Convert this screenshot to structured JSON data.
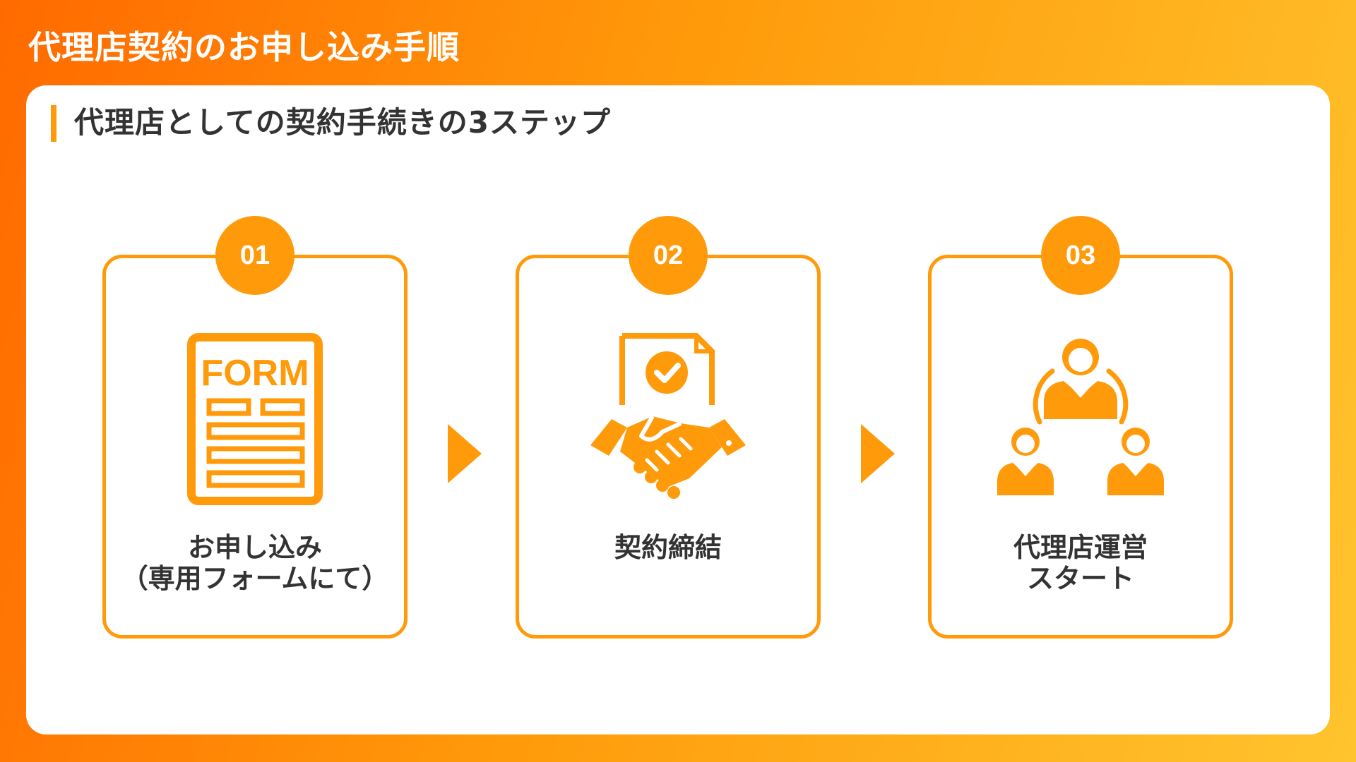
{
  "header": {
    "title": "代理店契約のお申し込み手順"
  },
  "section": {
    "subtitle": "代理店としての契約手続きの3ステップ"
  },
  "steps": [
    {
      "number": "01",
      "label": "お申し込み\n（専用フォームにて）",
      "icon": "form-document-icon",
      "icon_text": "FORM"
    },
    {
      "number": "02",
      "label": "契約締結",
      "icon": "contract-handshake-icon"
    },
    {
      "number": "03",
      "label": "代理店運営\nスタート",
      "icon": "team-network-icon"
    }
  ],
  "colors": {
    "accent": "#ff9a0a",
    "gradient_start": "#ff6a00",
    "gradient_end": "#ffc42e",
    "text": "#333333",
    "panel": "#ffffff"
  }
}
